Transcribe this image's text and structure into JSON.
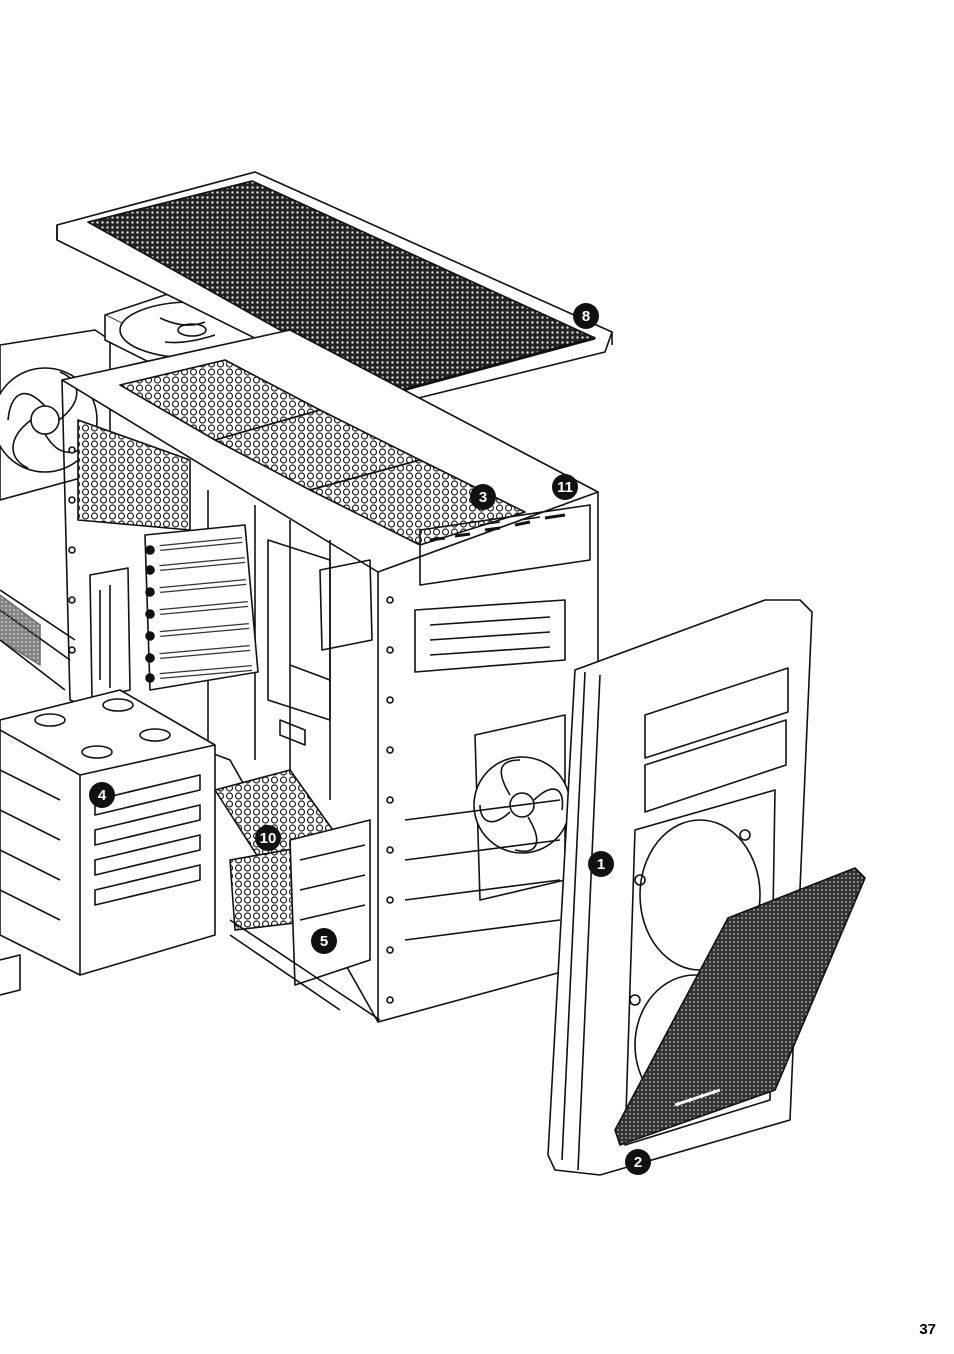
{
  "page": {
    "number": "37"
  },
  "callouts": [
    {
      "id": "top-panel",
      "label": "8"
    },
    {
      "id": "top-io",
      "label": "3"
    },
    {
      "id": "top-button",
      "label": "11"
    },
    {
      "id": "hdd-cage",
      "label": "4"
    },
    {
      "id": "bottom-filter",
      "label": "10"
    },
    {
      "id": "lower-bay",
      "label": "5"
    },
    {
      "id": "front-bezel",
      "label": "1"
    },
    {
      "id": "front-filter",
      "label": "2"
    }
  ]
}
